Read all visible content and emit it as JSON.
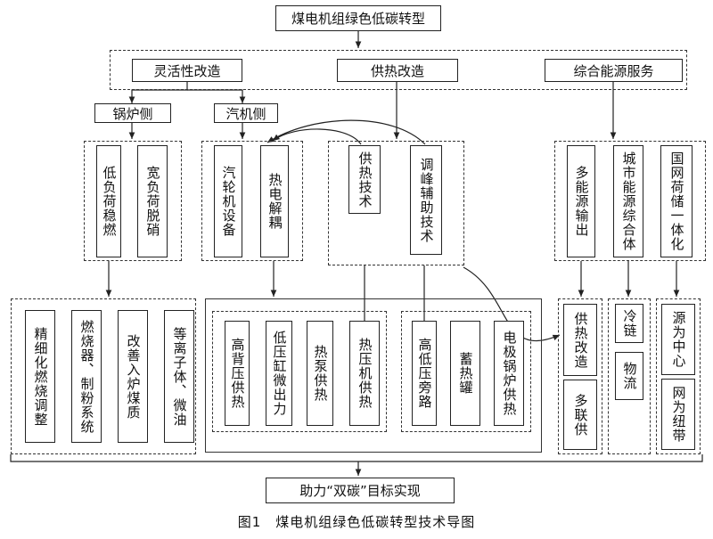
{
  "title": "煤电机组绿色低碳转型",
  "branches": {
    "flexibility": "灵活性改造",
    "heating": "供热改造",
    "energy_service": "综合能源服务"
  },
  "sides": {
    "boiler": "锅炉侧",
    "turbine": "汽机侧"
  },
  "level3": {
    "low_load_stable": "低负荷稳燃",
    "wide_load_denox": "宽负荷脱硝",
    "turbine_equipment": "汽轮机设备",
    "heat_power_decoupling": "热电解耦",
    "heating_tech": "供热技术",
    "peak_aux_tech": "调峰辅助技术",
    "multi_energy_output": "多能源输出",
    "urban_energy_complex": "城市能源综合体",
    "grid_storage": "国网荷储一体化"
  },
  "boiler_measures": [
    "精细化燃烧调整",
    "燃烧器、制粉系统",
    "改善入炉煤质",
    "等离子体、微油"
  ],
  "turbine_group1": [
    "高背压供热",
    "低压缸微出力",
    "热泵供热",
    "热压机供热"
  ],
  "turbine_group2": [
    "高低压旁路",
    "蓄热罐",
    "电极锅炉供热"
  ],
  "service_col1": [
    "供热改造",
    "多联供"
  ],
  "service_col2": [
    "冷链",
    "物流"
  ],
  "service_col3": [
    "源为中心",
    "网为纽带"
  ],
  "goal": "助力“双碳”目标实现",
  "caption": "图1　煤电机组绿色低碳转型技术导图",
  "colors": {
    "line": "#222222",
    "background": "#ffffff"
  }
}
